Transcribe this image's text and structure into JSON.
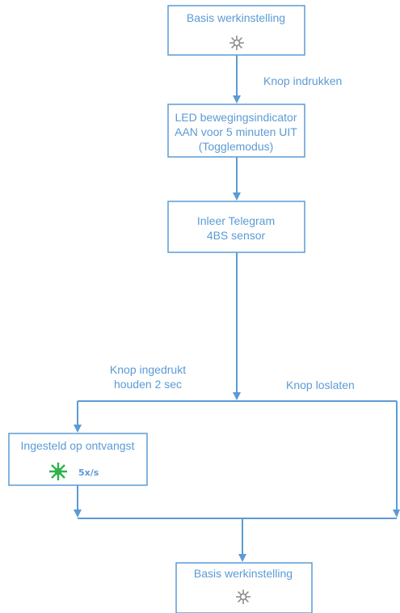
{
  "nodes": {
    "start": {
      "label": "Basis werkinstelling",
      "icon": "led-off-icon"
    },
    "indicator": {
      "lines": [
        "LED bewegingsindicator",
        "AAN voor 5 minuten UIT",
        "(Togglemodus)"
      ]
    },
    "learn": {
      "lines": [
        "Inleer Telegram",
        "4BS sensor"
      ]
    },
    "received": {
      "label": "Ingesteld op ontvangst",
      "icon": "led-green-blinking-icon",
      "rate": "5x/s"
    },
    "end": {
      "label": "Basis werkinstelling",
      "icon": "led-off-icon"
    }
  },
  "edges": {
    "press": "Knop indrukken",
    "hold": [
      "Knop ingedrukt",
      "houden 2 sec"
    ],
    "release": "Knop loslaten"
  },
  "colors": {
    "line": "#5b9bd5",
    "box_border": "#5b9bd5",
    "text": "#5b9bd5",
    "led_off": "#8c8c8c",
    "led_on": "#2db34a"
  }
}
